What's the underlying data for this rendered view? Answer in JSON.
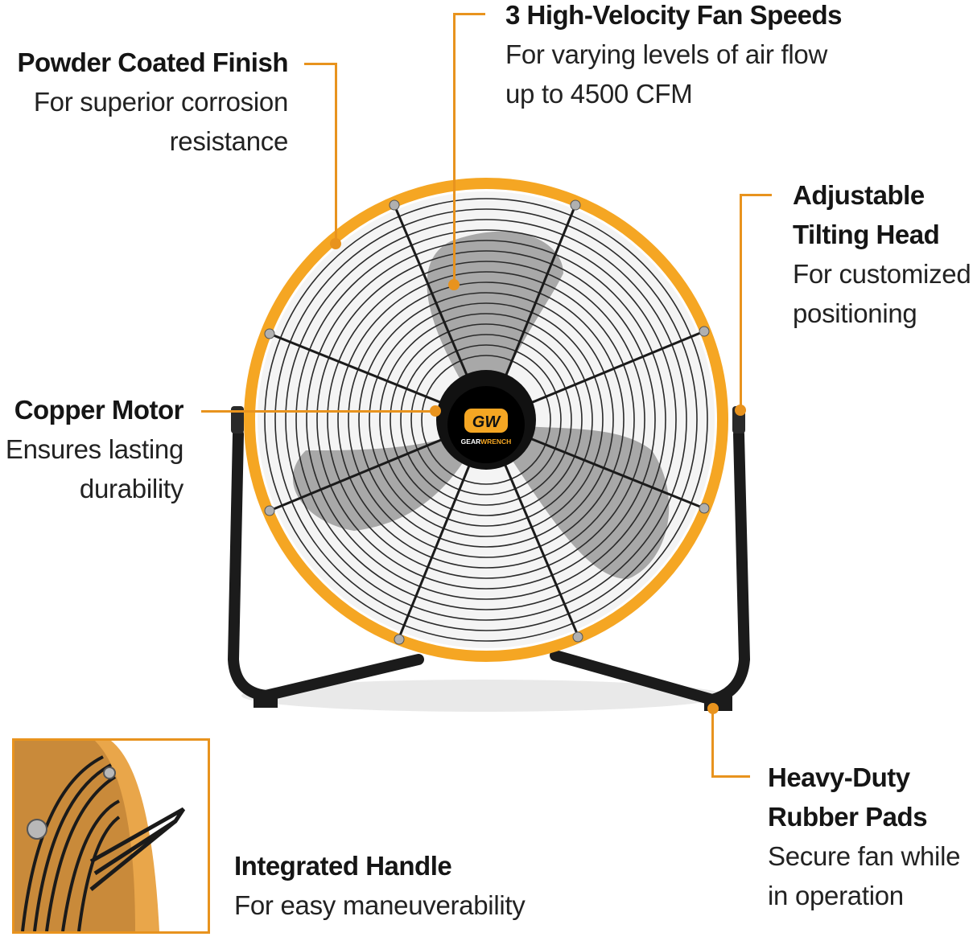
{
  "colors": {
    "accent": "#e8931e",
    "fan_yellow": "#f5a623",
    "black": "#151515"
  },
  "callouts": {
    "powder": {
      "title": "Powder Coated Finish",
      "desc_lines": [
        "For superior corrosion",
        "resistance"
      ]
    },
    "speeds": {
      "title": "3 High-Velocity Fan Speeds",
      "desc_lines": [
        "For varying levels of air flow",
        "up to 4500 CFM"
      ]
    },
    "tilting": {
      "title_lines": [
        "Adjustable",
        "Tilting Head"
      ],
      "desc_lines": [
        "For customized",
        "positioning"
      ]
    },
    "motor": {
      "title": "Copper Motor",
      "desc_lines": [
        "Ensures lasting",
        "durability"
      ]
    },
    "pads": {
      "title_lines": [
        "Heavy-Duty",
        "Rubber Pads"
      ],
      "desc_lines": [
        "Secure fan while",
        "in operation"
      ]
    },
    "handle": {
      "title": "Integrated Handle",
      "desc_lines": [
        "For easy maneuverability"
      ]
    }
  },
  "logo": {
    "mark": "GW",
    "brand_left": "GEAR",
    "brand_right": "WRENCH"
  }
}
